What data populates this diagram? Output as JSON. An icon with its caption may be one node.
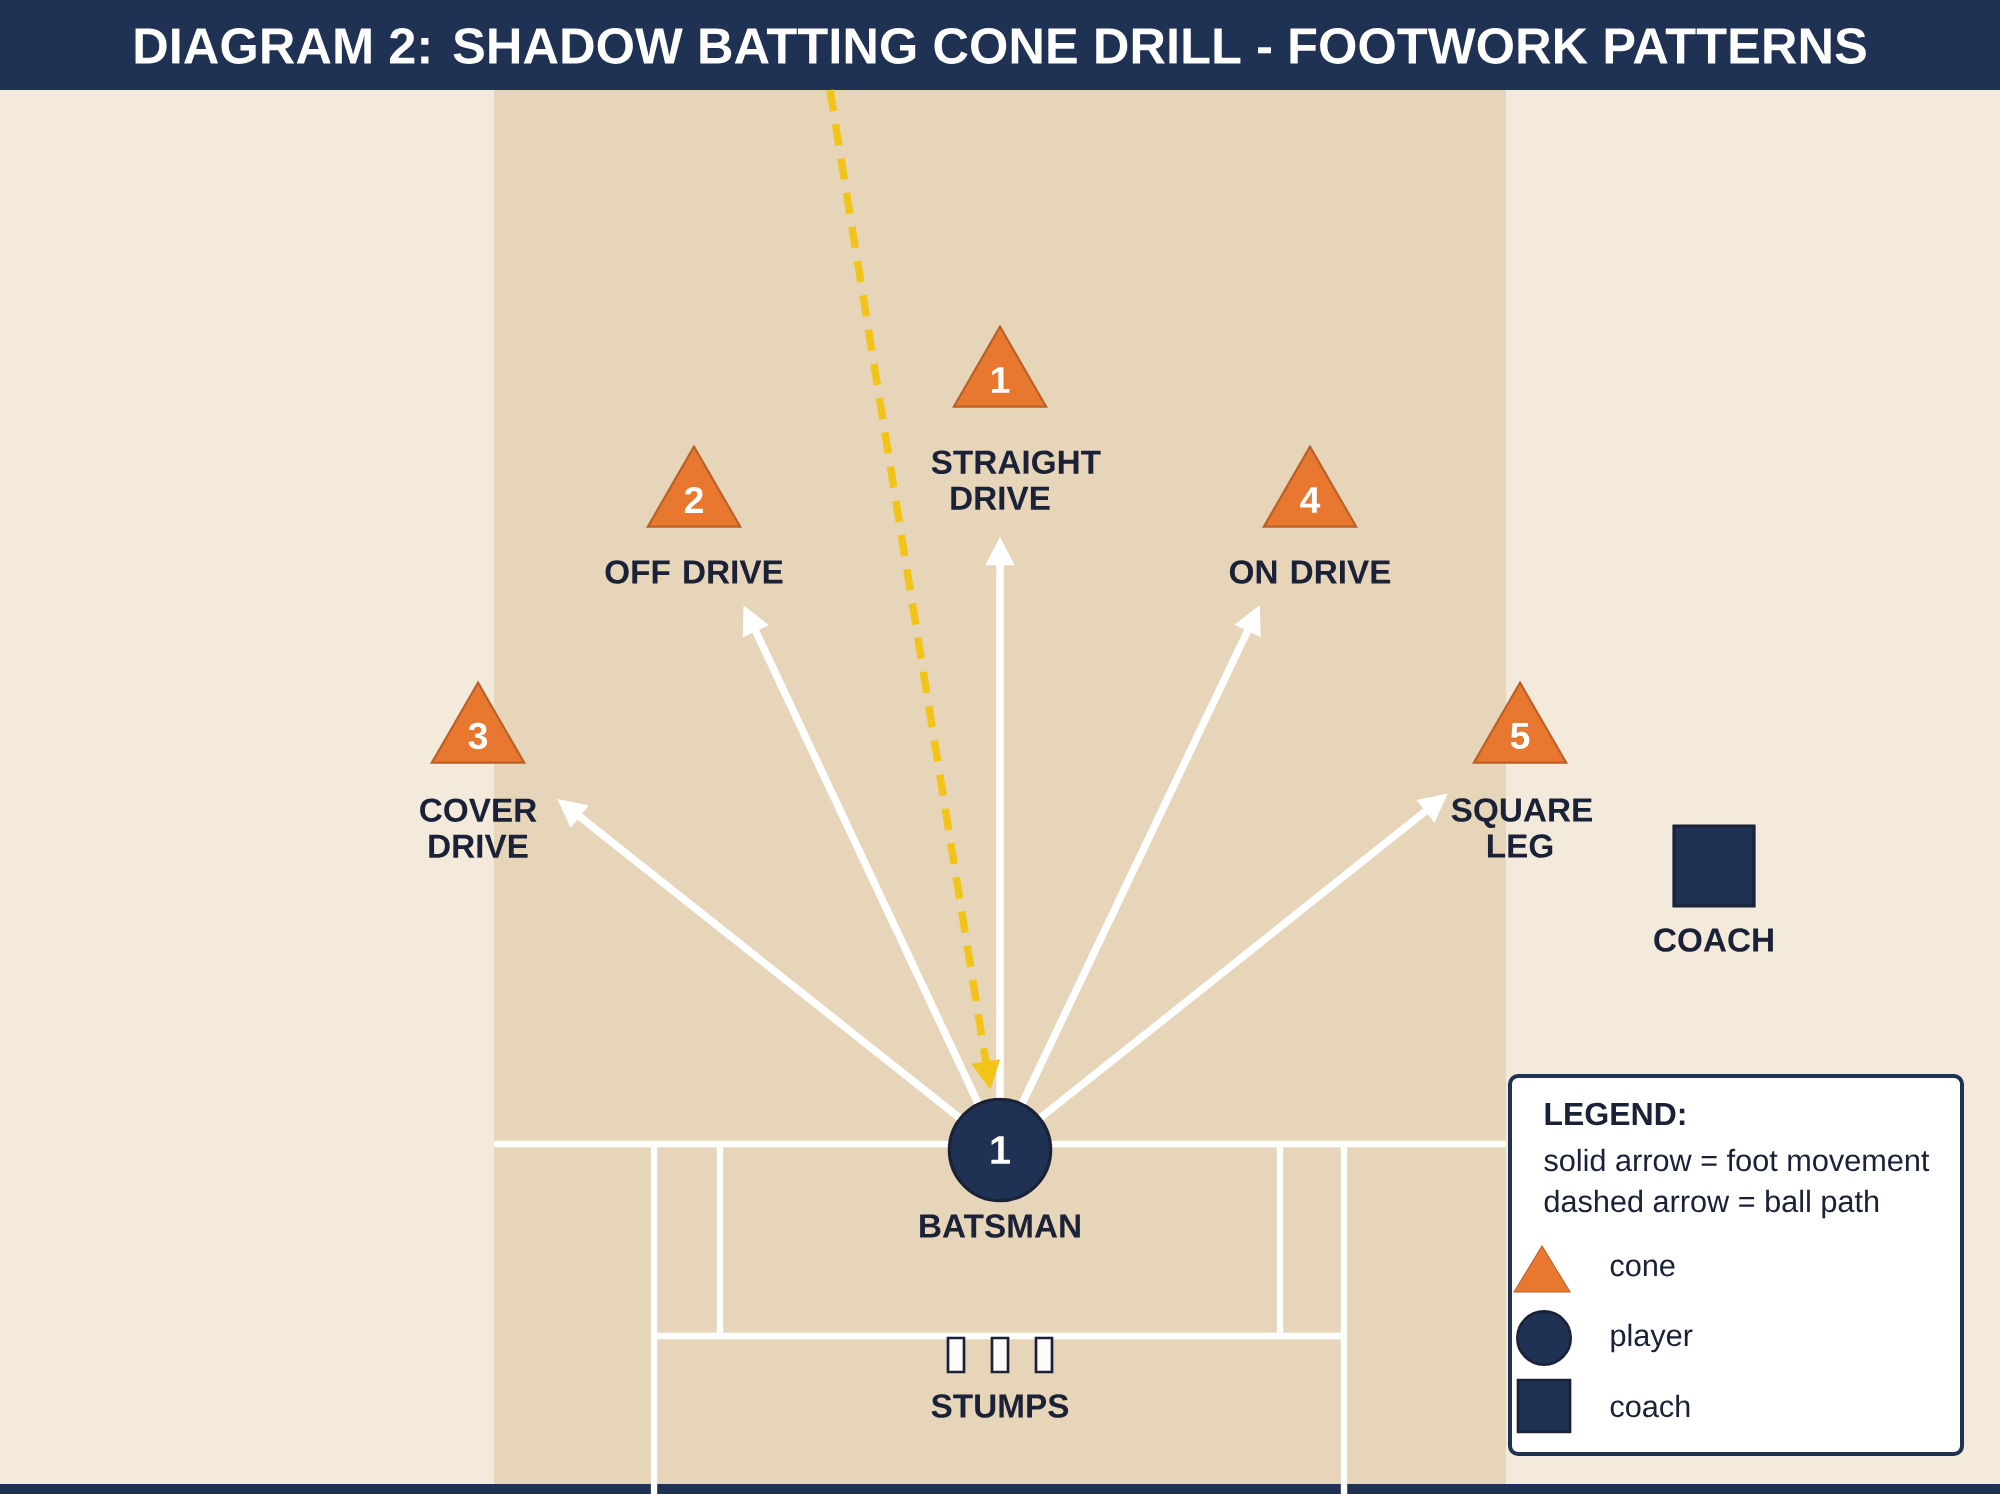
{
  "diagram": {
    "title": "DIAGRAM 2: SHADOW BATTING CONE DRILL - FOOTWORK PATTERNS",
    "nodes": [
      {
        "text": [
          "1"
        ],
        "beside": [
          "STRAIGHT DRIVE"
        ]
      },
      {
        "text": [
          "2"
        ],
        "beside": [
          "OFF DRIVE"
        ]
      },
      {
        "text": [
          "4"
        ],
        "beside": [
          "ON DRIVE"
        ]
      },
      {
        "text": [
          "3"
        ],
        "beside": [
          "COVER DRIVE"
        ]
      },
      {
        "text": [
          "5"
        ],
        "beside": [
          "SQUARE LEG"
        ]
      },
      {
        "text": [],
        "shape": "box",
        "beside": [
          "COACH"
        ]
      },
      {
        "text": [
          "1"
        ],
        "beside": [
          "BATSMAN"
        ]
      }
    ],
    "edges": [
      {
        "from": 6,
        "to": 0,
        "arrow": "to"
      },
      {
        "from": 6,
        "to": 1,
        "arrow": "to"
      },
      {
        "from": 6,
        "to": 2,
        "arrow": "to"
      },
      {
        "from": 6,
        "to": 3,
        "arrow": "to"
      },
      {
        "from": 6,
        "to": 4,
        "arrow": "to"
      },
      {
        "from": null,
        "to": 6,
        "arrow": "to",
        "style": "dashed",
        "color": "#f2c418"
      }
    ],
    "labels": [
      "STUMPS",
      "LEGEND:"
    ],
    "legend": [
      {
        "text": "solid arrow = foot movement"
      },
      {
        "text": "dashed arrow = ball path"
      },
      {
        "text": "cone"
      },
      {
        "text": "player"
      },
      {
        "text": "coach"
      }
    ]
  }
}
